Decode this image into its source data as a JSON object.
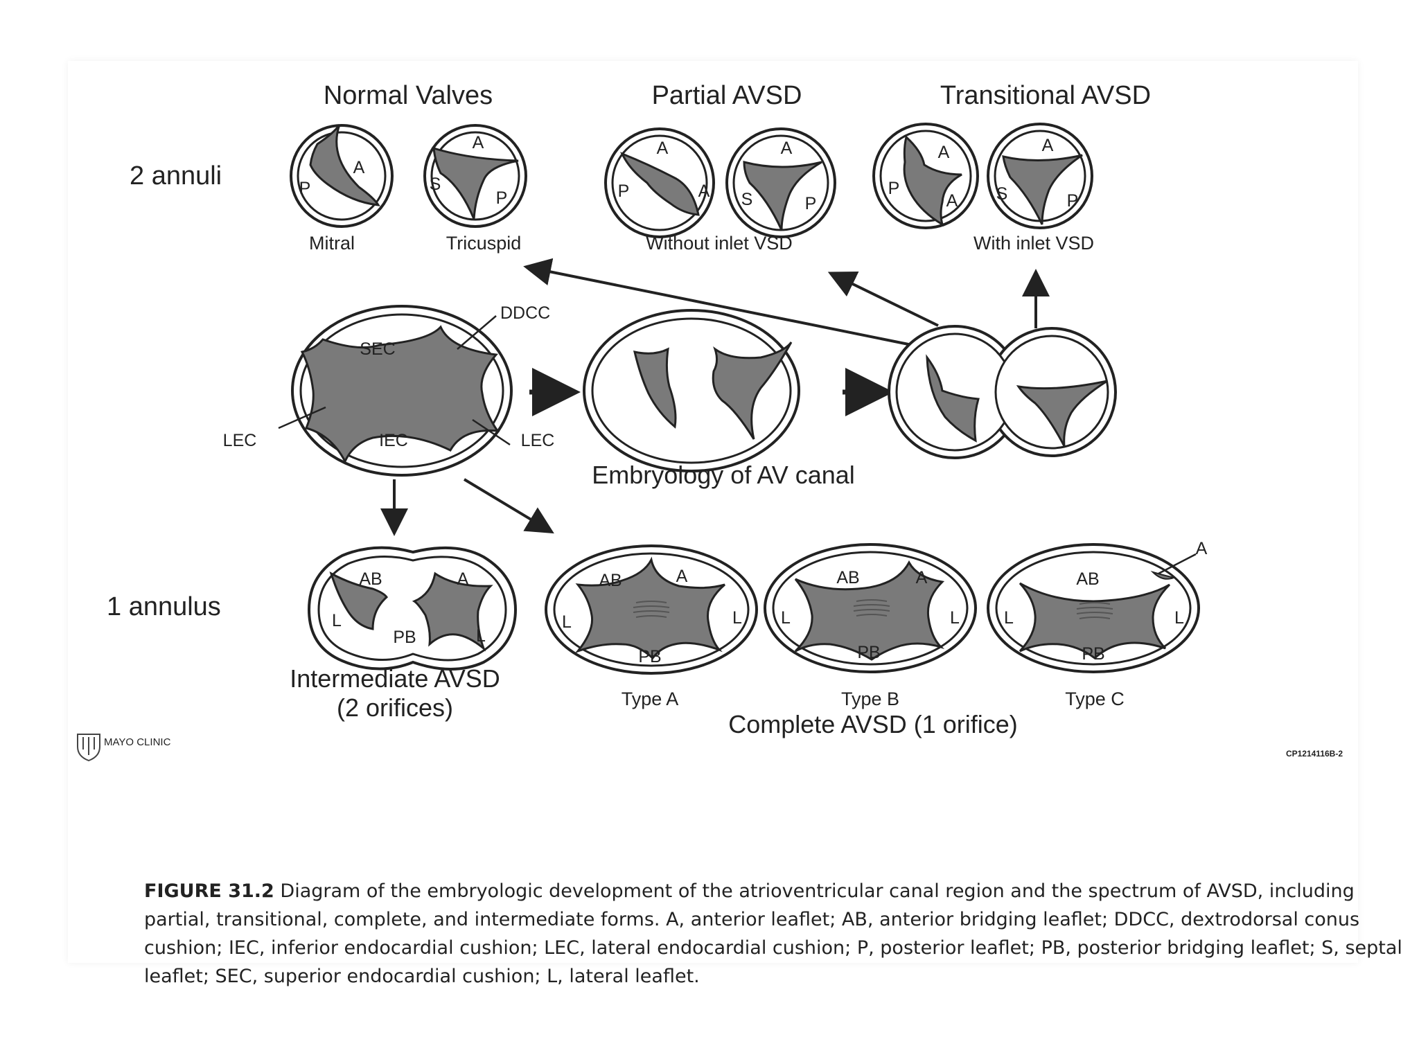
{
  "rows": {
    "two_annuli": "2 annuli",
    "one_annulus": "1 annulus"
  },
  "groups": {
    "normal": "Normal Valves",
    "partial": "Partial AVSD",
    "transitional": "Transitional AVSD",
    "embryology": "Embryology of AV canal",
    "intermediate_line1": "Intermediate AVSD",
    "intermediate_line2": "(2 orifices)",
    "complete": "Complete AVSD (1 orifice)"
  },
  "sublabels": {
    "mitral": "Mitral",
    "tricuspid": "Tricuspid",
    "without_inlet": "Without inlet VSD",
    "with_inlet": "With inlet VSD",
    "type_a": "Type A",
    "type_b": "Type B",
    "type_c": "Type C"
  },
  "structures": {
    "sec": "SEC",
    "iec": "IEC",
    "lec": "LEC",
    "ddcc": "DDCC"
  },
  "leaflets": {
    "a": "A",
    "p": "P",
    "s": "S",
    "ab": "AB",
    "pb": "PB",
    "l": "L"
  },
  "logo": "MAYO CLINIC",
  "figure_code": "CP1214116B-2",
  "caption": {
    "figure_label": "FIGURE 31.2",
    "text": " Diagram of the embryologic development of the atrioventricular canal region and the spectrum of AVSD, including partial, transitional, complete, and intermediate forms. A, anterior leaflet; AB, anterior bridging leaflet; DDCC, dextrodorsal conus cushion; IEC, inferior endocardial cushion; LEC, lateral endocardial cushion; P, posterior leaflet; PB, posterior bridging leaflet; S, septal leaflet; SEC, superior endocardial cushion; L, lateral leaflet."
  },
  "colors": {
    "leaflet_fill": "#7a7a7a",
    "outline": "#222222",
    "text": "#222222"
  }
}
